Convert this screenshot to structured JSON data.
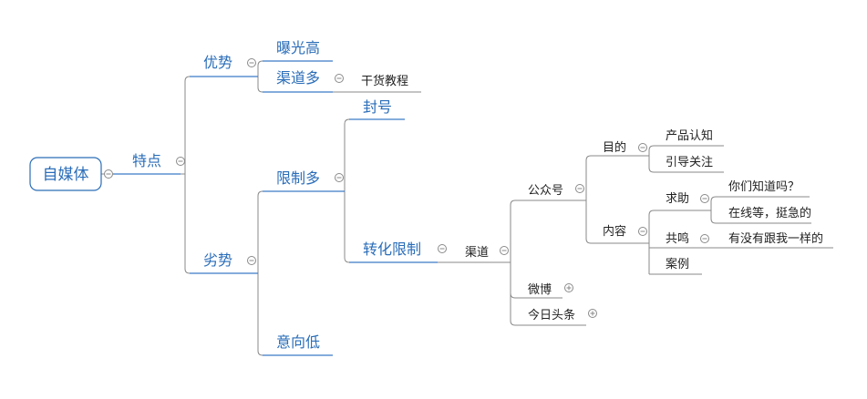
{
  "mindmap": {
    "root": "自媒体",
    "l1": "特点",
    "advantage": {
      "label": "优势",
      "items": [
        "曝光高",
        "渠道多"
      ],
      "channel_child": "干货教程"
    },
    "disadvantage": {
      "label": "劣势",
      "items": [
        "限制多",
        "意向低"
      ]
    },
    "limits": {
      "items": [
        "封号",
        "转化限制"
      ]
    },
    "channel": "渠道",
    "platforms": [
      "公众号",
      "微博",
      "今日头条"
    ],
    "gzh": {
      "purpose": "目的",
      "content": "内容"
    },
    "purpose_items": [
      "产品认知",
      "引导关注"
    ],
    "content_items": [
      "求助",
      "共鸣",
      "案例"
    ],
    "help_items": [
      "你们知道吗？",
      "在线等，挺急的"
    ],
    "resonance_item": "有没有跟我一样的"
  }
}
